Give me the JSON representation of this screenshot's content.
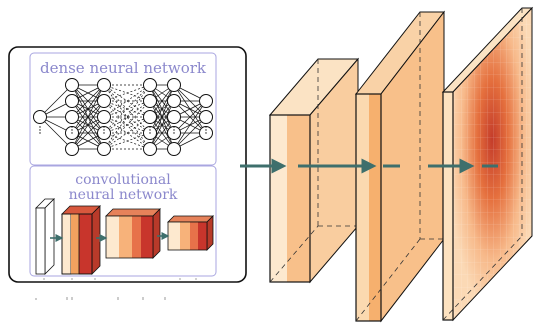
{
  "inset": {
    "dense_label": "dense neural network",
    "conv_label_line1": "convolutional",
    "conv_label_line2": "neural network"
  },
  "dense_net": {
    "layer_sizes": [
      5,
      5,
      5,
      5,
      5,
      3
    ],
    "missing_edges_between": [
      2,
      3
    ]
  },
  "colors": {
    "panel_border": "#111111",
    "label": "#8b88cc",
    "label_box": "#a9a6e0",
    "arrow": "#3e6f6c",
    "block_light": "#fde9cf",
    "block_mid": "#f8c08a",
    "block_dark": "#e07b52",
    "block_red": "#c0302d",
    "heat_core": "#c43c2a"
  }
}
